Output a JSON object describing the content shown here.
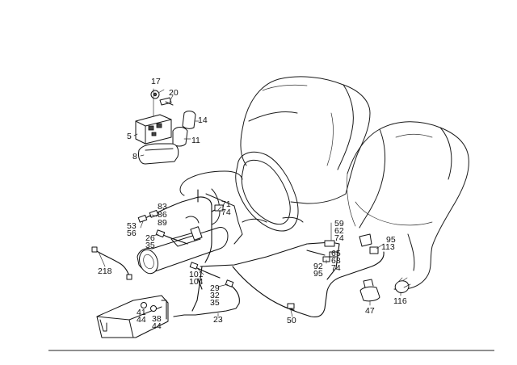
{
  "diagram": {
    "callouts": [
      {
        "id": "17",
        "text": "17"
      },
      {
        "id": "20",
        "text": "20"
      },
      {
        "id": "14",
        "text": "14"
      },
      {
        "id": "5",
        "text": "5"
      },
      {
        "id": "11",
        "text": "11"
      },
      {
        "id": "8",
        "text": "8"
      },
      {
        "id": "83",
        "text": "83"
      },
      {
        "id": "86",
        "text": "86"
      },
      {
        "id": "89",
        "text": "89"
      },
      {
        "id": "71",
        "text": "71"
      },
      {
        "id": "74a",
        "text": "74"
      },
      {
        "id": "53",
        "text": "53"
      },
      {
        "id": "56",
        "text": "56"
      },
      {
        "id": "26",
        "text": "26"
      },
      {
        "id": "35a",
        "text": "35"
      },
      {
        "id": "218",
        "text": "218"
      },
      {
        "id": "101",
        "text": "101"
      },
      {
        "id": "104",
        "text": "104"
      },
      {
        "id": "29",
        "text": "29"
      },
      {
        "id": "32",
        "text": "32"
      },
      {
        "id": "35b",
        "text": "35"
      },
      {
        "id": "41",
        "text": "41"
      },
      {
        "id": "44a",
        "text": "44"
      },
      {
        "id": "38",
        "text": "38"
      },
      {
        "id": "44b",
        "text": "44"
      },
      {
        "id": "23",
        "text": "23"
      },
      {
        "id": "50",
        "text": "50"
      },
      {
        "id": "59",
        "text": "59"
      },
      {
        "id": "62",
        "text": "62"
      },
      {
        "id": "74b",
        "text": "74"
      },
      {
        "id": "65",
        "text": "65"
      },
      {
        "id": "68",
        "text": "68"
      },
      {
        "id": "74c",
        "text": "74"
      },
      {
        "id": "92",
        "text": "92"
      },
      {
        "id": "95a",
        "text": "95"
      },
      {
        "id": "95b",
        "text": "95"
      },
      {
        "id": "113",
        "text": "113"
      },
      {
        "id": "47",
        "text": "47"
      },
      {
        "id": "116",
        "text": "116"
      }
    ]
  },
  "colors": {
    "line": "#111111",
    "background": "#ffffff"
  }
}
